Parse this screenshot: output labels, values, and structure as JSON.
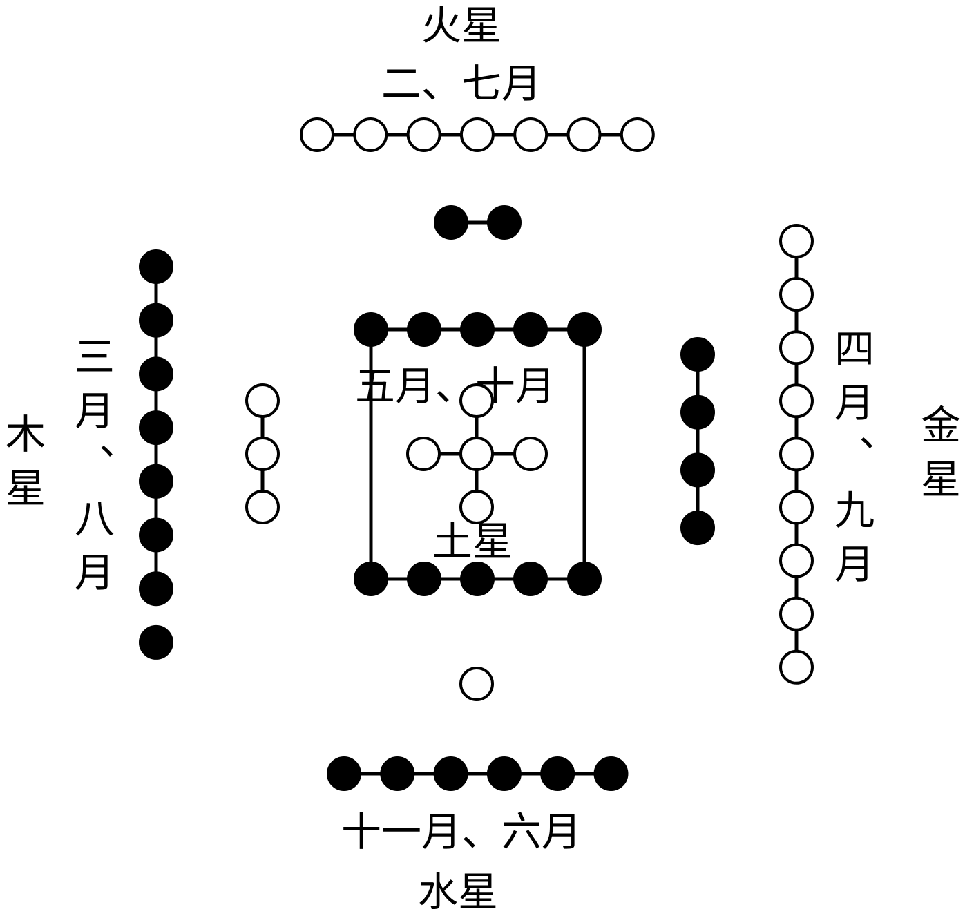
{
  "labels": {
    "fire_planet": "火星",
    "fire_months": "二、七月",
    "wood_planet": "木星",
    "wood_months": "三月、八月",
    "metal_planet": "金星",
    "metal_months": "四月、九月",
    "earth_planet": "土星",
    "earth_months": "五月、十月",
    "water_planet": "水星",
    "water_months": "十一月、六月"
  },
  "groups": [
    {
      "id": "top-7-white",
      "count": 7,
      "fill": "white",
      "orientation": "horizontal"
    },
    {
      "id": "top-2-black",
      "count": 2,
      "fill": "black",
      "orientation": "horizontal"
    },
    {
      "id": "left-8-black",
      "count": 8,
      "fill": "black",
      "orientation": "vertical"
    },
    {
      "id": "left-3-white",
      "count": 3,
      "fill": "white",
      "orientation": "vertical"
    },
    {
      "id": "right-4-black",
      "count": 4,
      "fill": "black",
      "orientation": "vertical"
    },
    {
      "id": "right-9-white",
      "count": 9,
      "fill": "white",
      "orientation": "vertical"
    },
    {
      "id": "center-5-white",
      "count": 5,
      "fill": "white",
      "orientation": "cross"
    },
    {
      "id": "center-10-black",
      "count": 10,
      "fill": "black",
      "orientation": "frame"
    },
    {
      "id": "bottom-1-white",
      "count": 1,
      "fill": "white",
      "orientation": "single"
    },
    {
      "id": "bottom-6-black",
      "count": 6,
      "fill": "black",
      "orientation": "horizontal"
    }
  ],
  "colors": {
    "ink": "#000000",
    "paper": "#ffffff"
  }
}
